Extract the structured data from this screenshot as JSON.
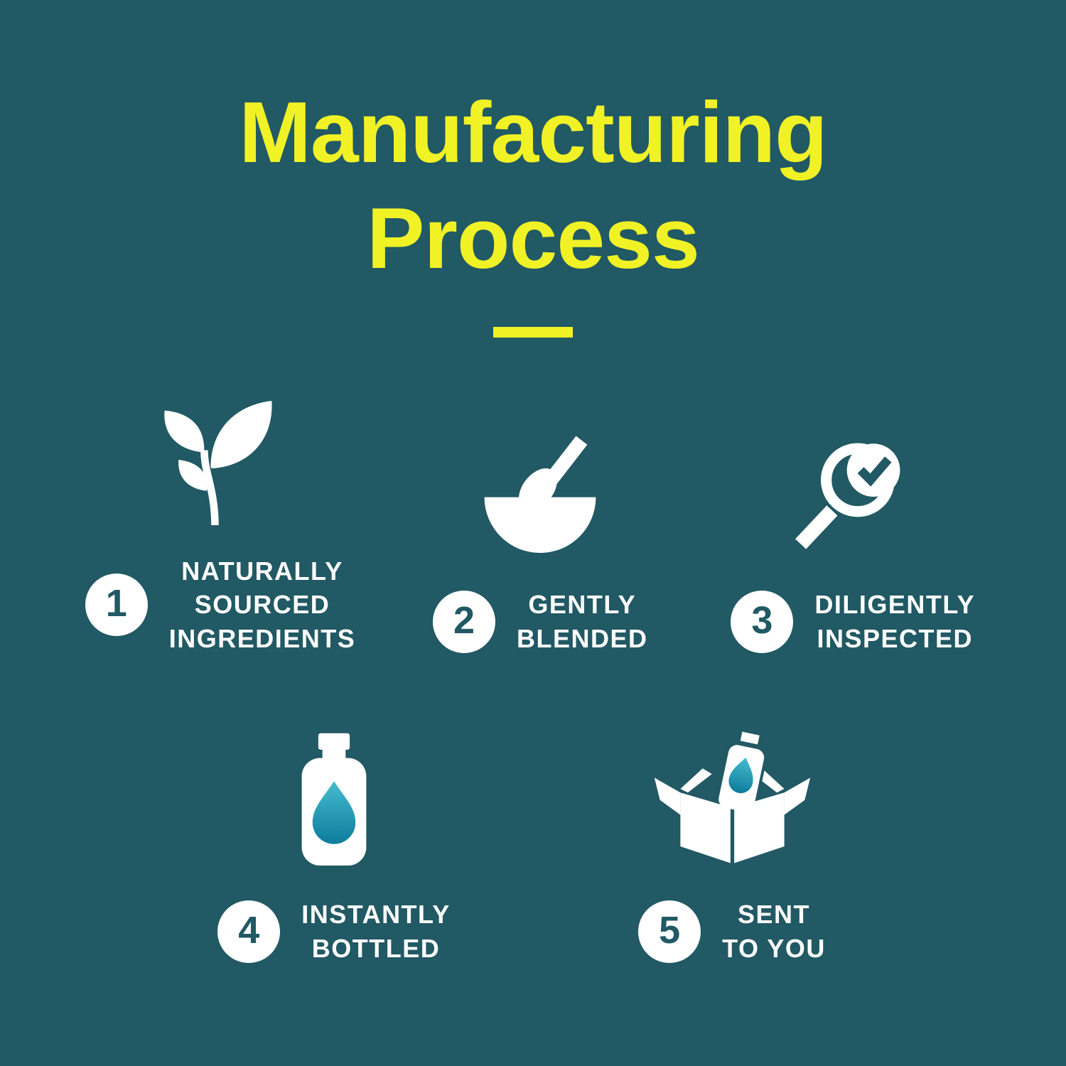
{
  "title": {
    "line1": "Manufacturing",
    "line2": "Process"
  },
  "steps": [
    {
      "number": "1",
      "label": "NATURALLY\nSOURCED\nINGREDIENTS",
      "icon": "plant-icon"
    },
    {
      "number": "2",
      "label": "GENTLY\nBLENDED",
      "icon": "whisk-bowl-icon"
    },
    {
      "number": "3",
      "label": "DILIGENTLY\nINSPECTED",
      "icon": "magnifier-check-icon"
    },
    {
      "number": "4",
      "label": "INSTANTLY\nBOTTLED",
      "icon": "bottle-icon"
    },
    {
      "number": "5",
      "label": "SENT\nTO YOU",
      "icon": "shipping-box-icon"
    }
  ],
  "colors": {
    "background": "#215964",
    "accent_yellow": "#F0F225",
    "icon_white": "#FFFFFF",
    "droplet_teal_light": "#45BCCE",
    "droplet_teal_dark": "#0E7C9E"
  }
}
